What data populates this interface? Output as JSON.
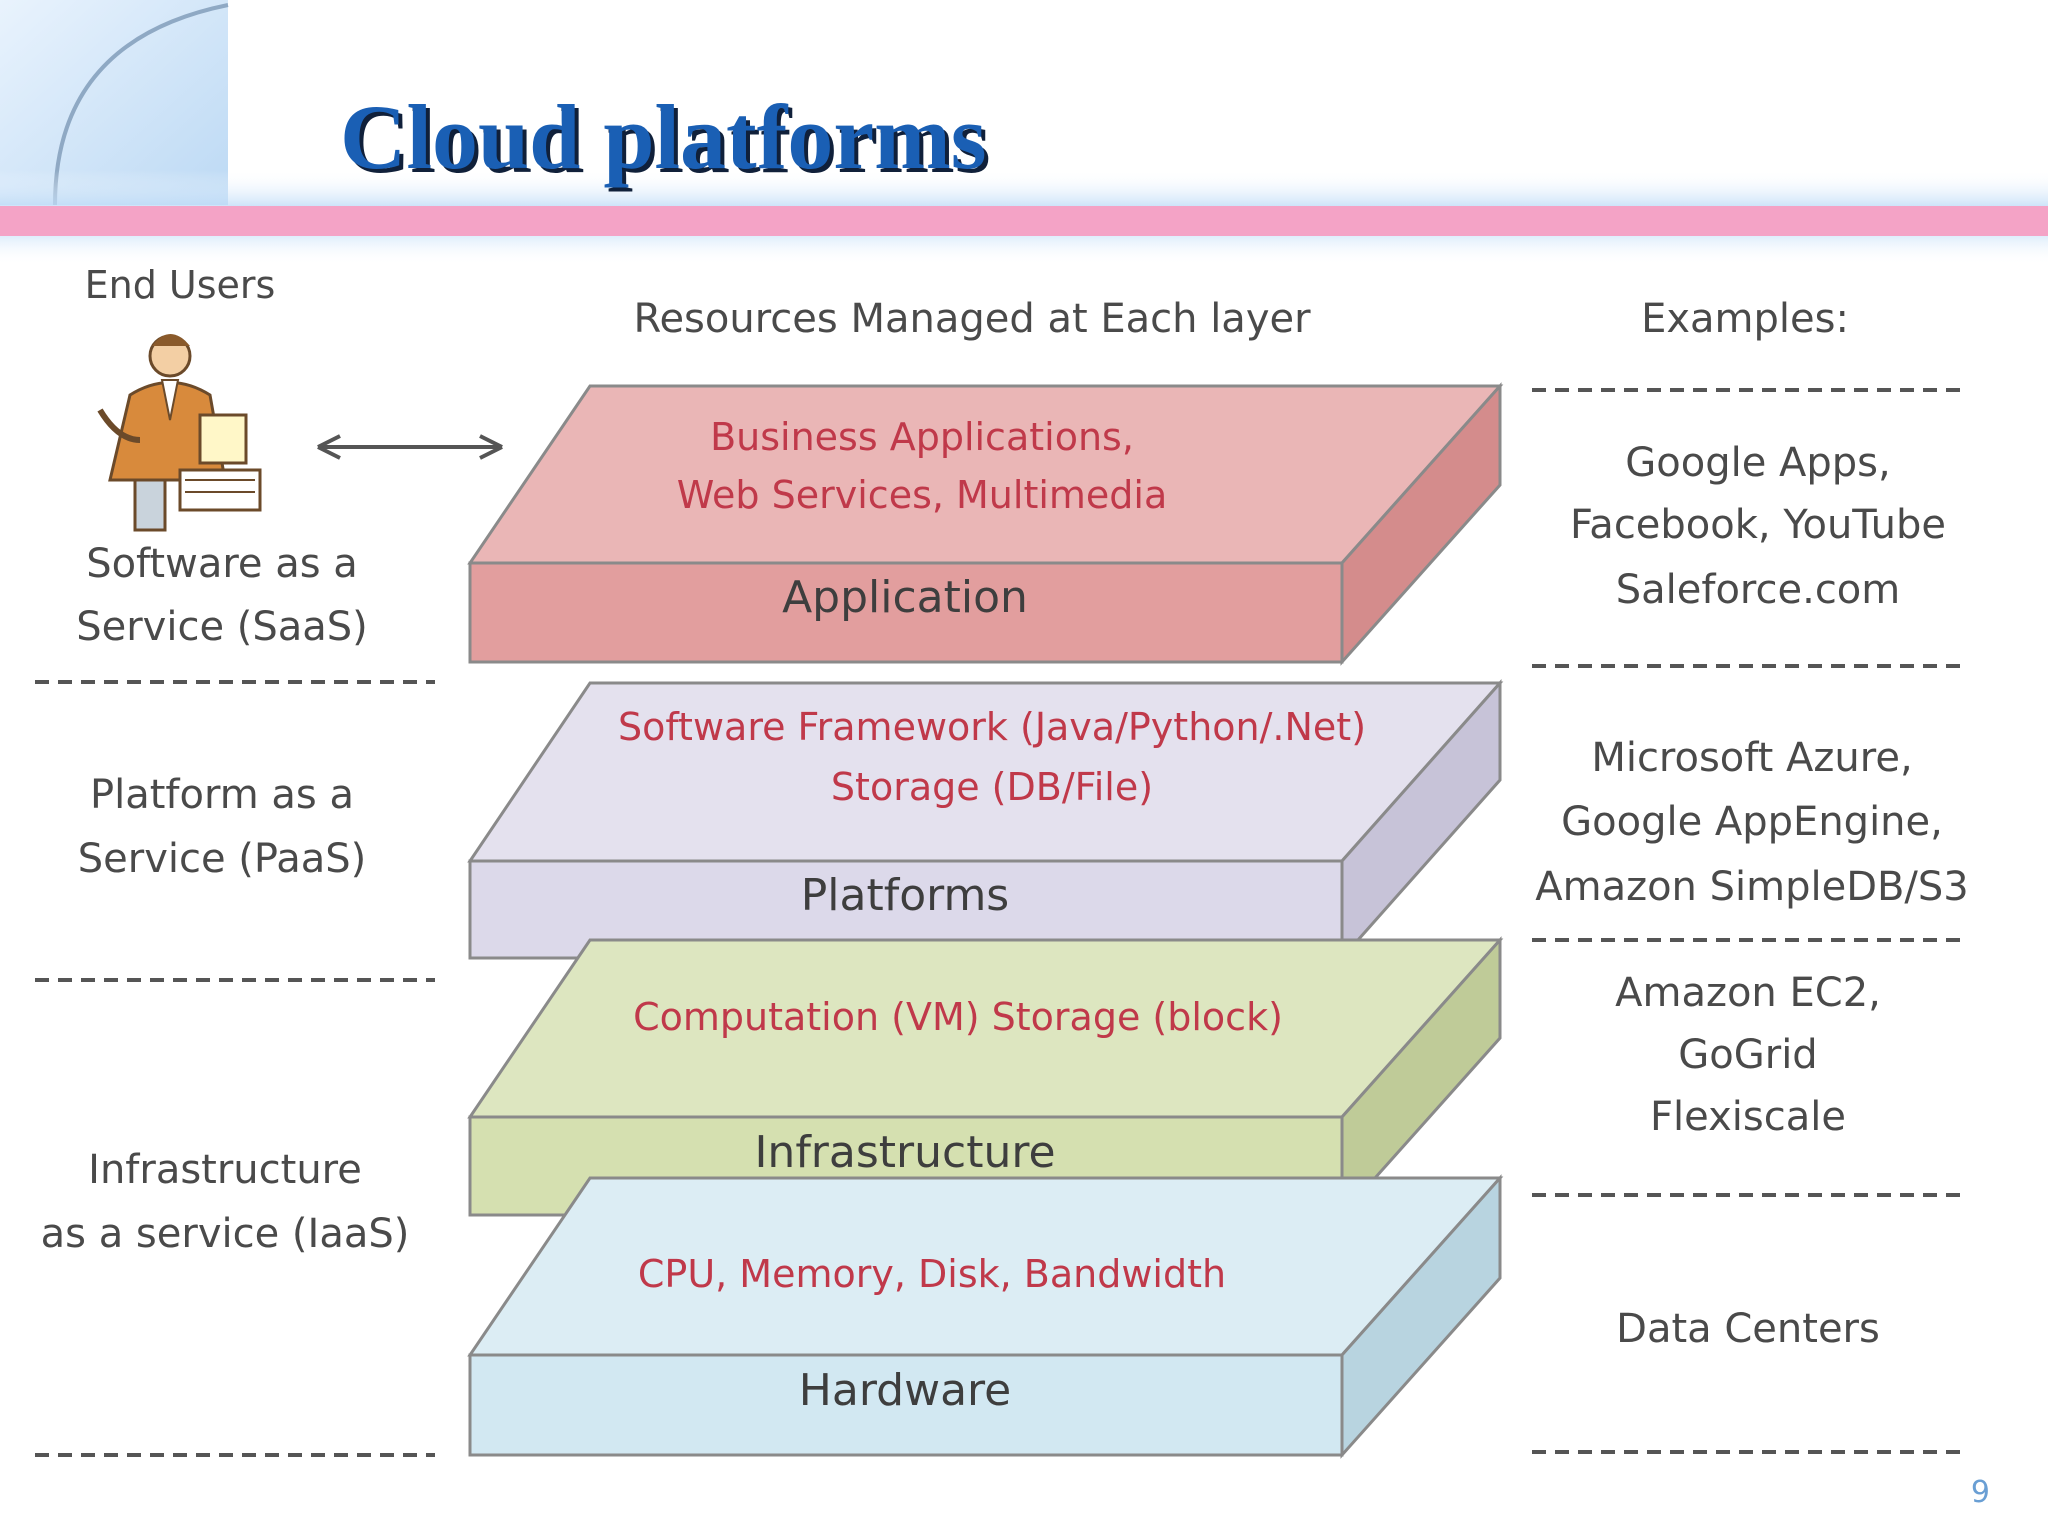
{
  "slide": {
    "title": "Cloud platforms",
    "page_number": "9"
  },
  "headers": {
    "end_users": "End Users",
    "resources": "Resources Managed at Each layer",
    "examples": "Examples:"
  },
  "service_models": [
    {
      "lines": [
        "Software as a",
        "Service (SaaS)"
      ]
    },
    {
      "lines": [
        "Platform as a",
        "Service (PaaS)"
      ]
    },
    {
      "lines": [
        "Infrastructure",
        "as a service (IaaS)"
      ]
    }
  ],
  "layers": [
    {
      "name": "Application",
      "resources": [
        "Business Applications,",
        "Web Services,  Multimedia"
      ],
      "top_color": "#eab6b6",
      "front_color": "#e29e9e",
      "side_color": "#d48c8c"
    },
    {
      "name": "Platforms",
      "resources": [
        "Software Framework (Java/Python/.Net)",
        "Storage (DB/File)"
      ],
      "top_color": "#e4e1ee",
      "front_color": "#dcd9ea",
      "side_color": "#c7c3d8"
    },
    {
      "name": "Infrastructure",
      "resources": [
        "Computation (VM)  Storage (block)"
      ],
      "top_color": "#dde6c0",
      "front_color": "#d5e0b0",
      "side_color": "#bfcb98"
    },
    {
      "name": "Hardware",
      "resources": [
        "CPU, Memory, Disk, Bandwidth"
      ],
      "top_color": "#dcedf4",
      "front_color": "#d2e8f2",
      "side_color": "#b8d4e0"
    }
  ],
  "examples": [
    {
      "lines": [
        "Google Apps,",
        "Facebook, YouTube",
        "Saleforce.com"
      ]
    },
    {
      "lines": [
        "Microsoft Azure,",
        "Google AppEngine,",
        "Amazon SimpleDB/S3"
      ]
    },
    {
      "lines": [
        "Amazon EC2,",
        "GoGrid",
        "Flexiscale"
      ]
    },
    {
      "lines": [
        "Data Centers"
      ]
    }
  ]
}
